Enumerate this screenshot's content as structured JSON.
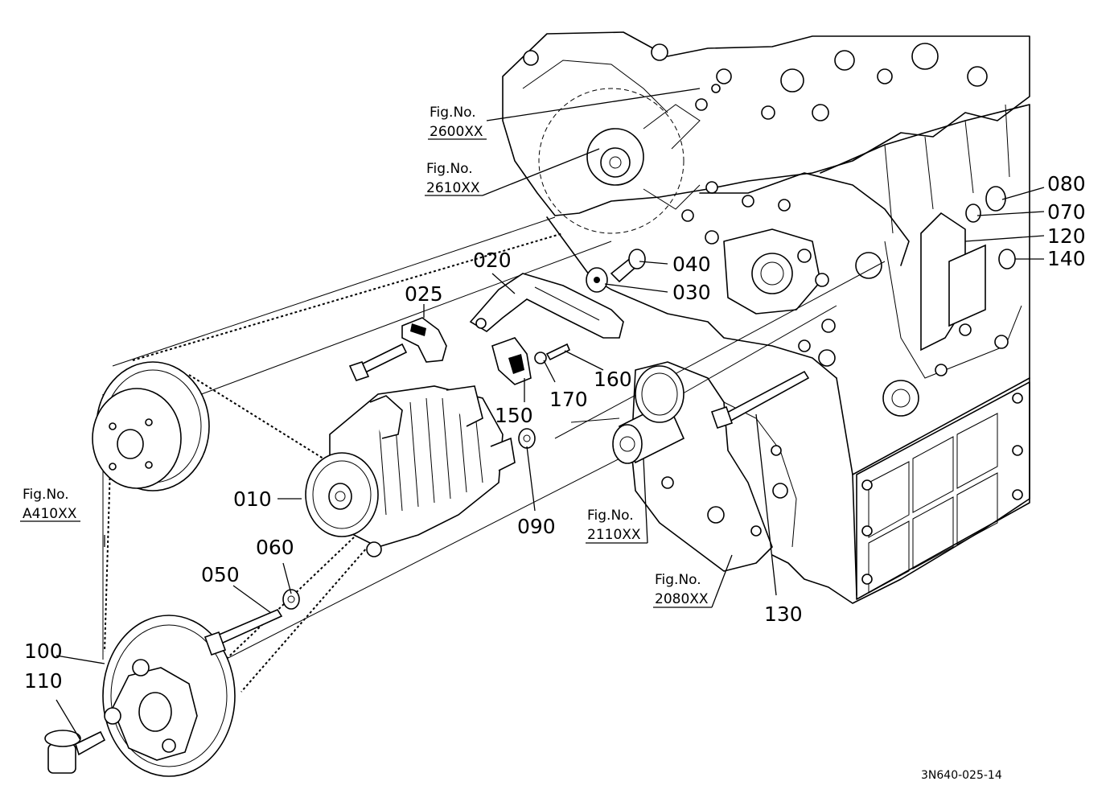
{
  "parts": [
    "010",
    "020",
    "025",
    "030",
    "040",
    "050",
    "060",
    "070",
    "080",
    "090",
    "100",
    "110",
    "120",
    "130",
    "140",
    "150",
    "160",
    "170"
  ],
  "figure_refs": [
    {
      "line1": "Fig.No.",
      "line2": "2600XX"
    },
    {
      "line1": "Fig.No.",
      "line2": "2610XX"
    },
    {
      "line1": "Fig.No.",
      "line2": "A410XX"
    },
    {
      "line1": "Fig.No.",
      "line2": "2110XX"
    },
    {
      "line1": "Fig.No.",
      "line2": "2080XX"
    }
  ],
  "drawing_code": "3N640-025-14"
}
